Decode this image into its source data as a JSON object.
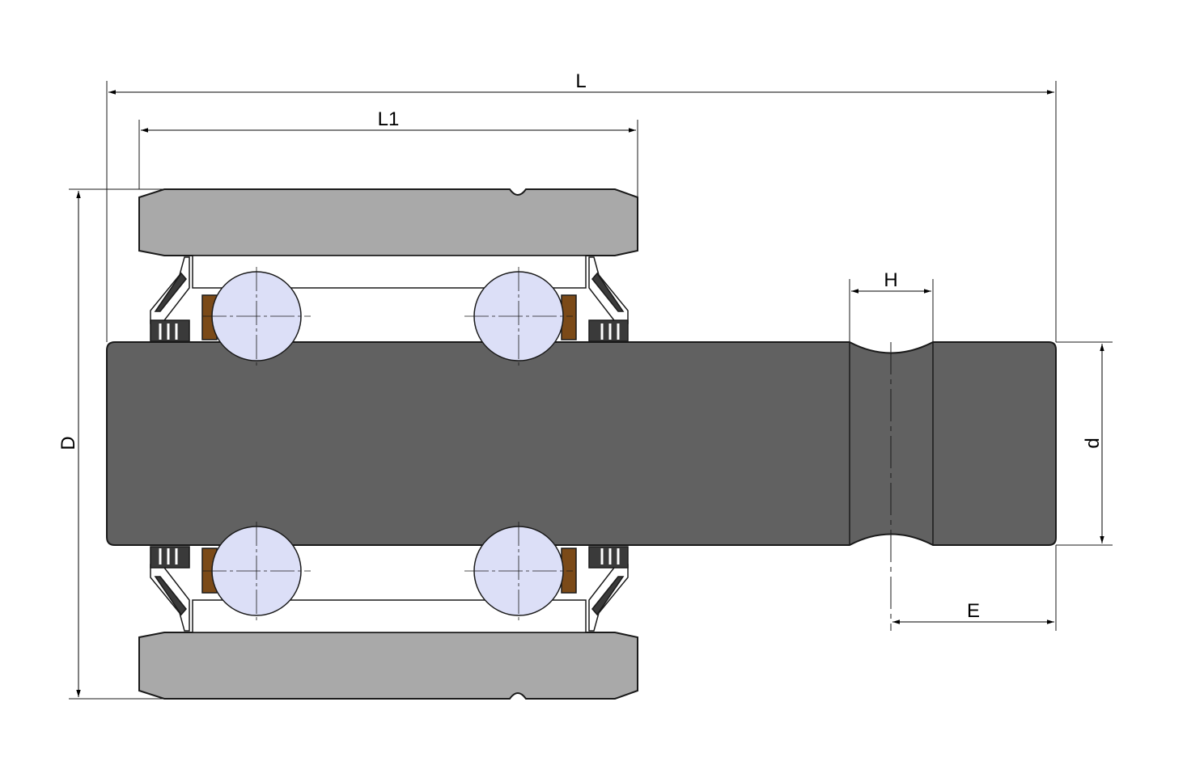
{
  "dimensions": {
    "overall_length": "L",
    "outer_ring_width": "L1",
    "outer_diameter": "D",
    "shaft_diameter": "d",
    "groove_width": "H",
    "groove_to_end": "E"
  },
  "colors": {
    "outer_ring": "#a9a9a9",
    "shaft": "#616161",
    "ball": "#dcdff7",
    "cage": "#7b4a18",
    "seal": "#3a3a3a",
    "line": "#1a1a1a"
  }
}
